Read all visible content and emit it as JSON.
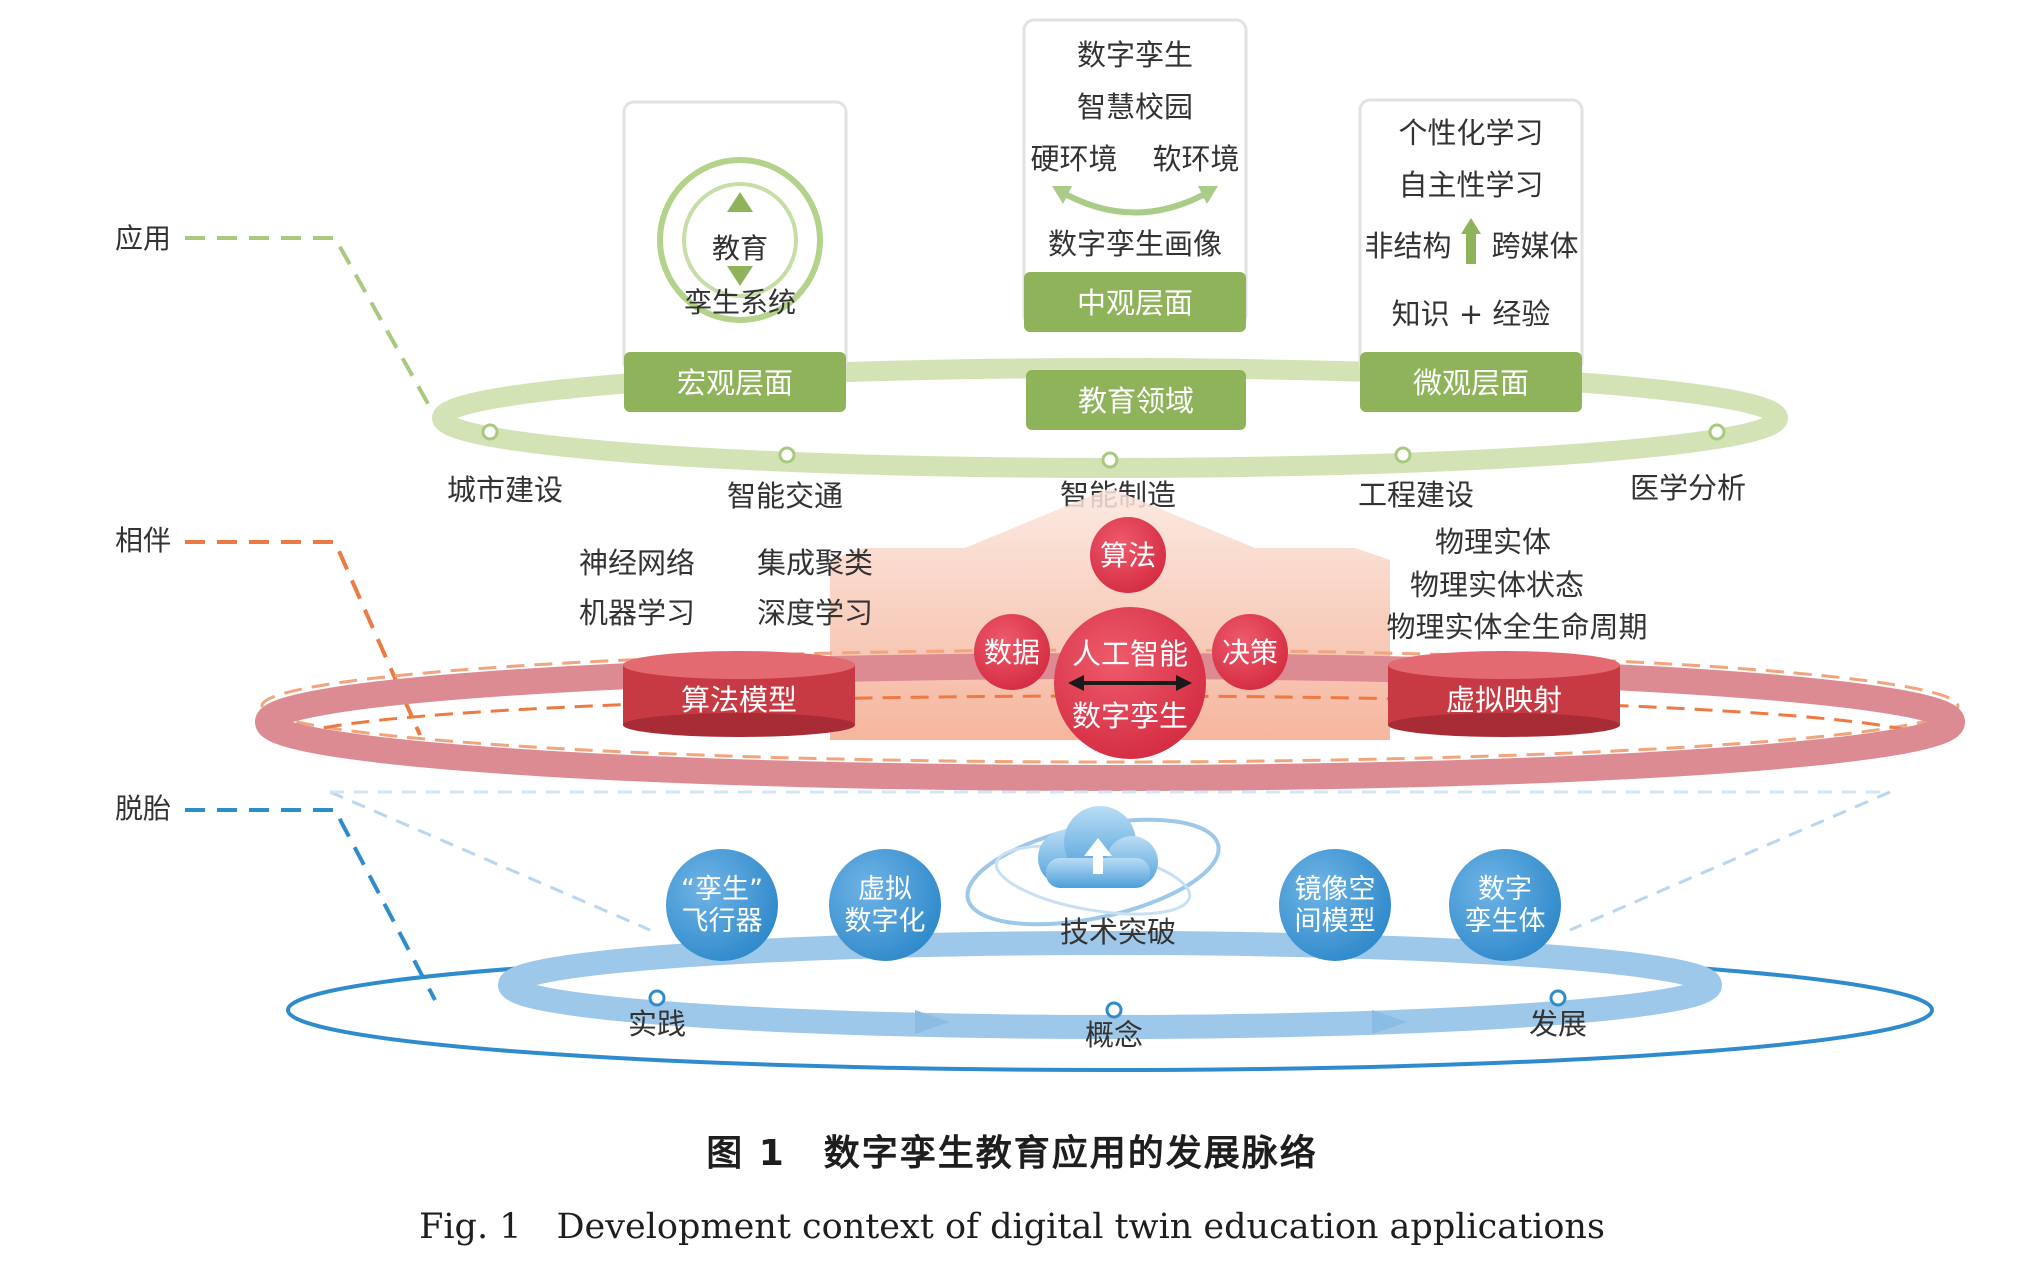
{
  "layers": {
    "application": "应用",
    "companion": "相伴",
    "detachment": "脱胎"
  },
  "top": {
    "macro_inner": [
      "教育",
      "孪生系统"
    ],
    "macro_label": "宏观层面",
    "meso_lines": [
      "数字孪生",
      "智慧校园"
    ],
    "meso_hard": "硬环境",
    "meso_soft": "软环境",
    "meso_portrait": "数字孪生画像",
    "meso_label": "中观层面",
    "edu_domain": "教育领域",
    "micro_lines": [
      "个性化学习",
      "自主性学习"
    ],
    "micro_left": "非结构",
    "micro_right": "跨媒体",
    "micro_bottom": "知识 + 经验",
    "micro_label": "微观层面",
    "domains": [
      "城市建设",
      "智能交通",
      "智能制造",
      "工程建设",
      "医学分析"
    ]
  },
  "middle": {
    "left_terms": [
      "神经网络",
      "集成聚类",
      "机器学习",
      "深度学习"
    ],
    "right_terms": [
      "物理实体",
      "物理实体状态",
      "物理实体全生命周期"
    ],
    "algo_model": "算法模型",
    "virtual_mapping": "虚拟映射",
    "algorithm": "算法",
    "data": "数据",
    "decision": "决策",
    "ai": "人工智能",
    "twin": "数字孪生"
  },
  "bottom": {
    "nodes": [
      [
        "“孪生”",
        "飞行器"
      ],
      [
        "虚拟",
        "数字化"
      ],
      [
        "镜像空",
        "间模型"
      ],
      [
        "数字",
        "孪生体"
      ]
    ],
    "tech": "技术突破",
    "stages": [
      "实践",
      "概念",
      "发展"
    ]
  },
  "caption": {
    "cn": "图 1　数字孪生教育应用的发展脉络",
    "en": "Fig. 1　Development context of digital twin education applications"
  },
  "colors": {
    "green": "#8fb35a",
    "green_light": "#d3e3b6",
    "red": "#cf3a4e",
    "red_light": "#e7848e",
    "orange": "#ec7a42",
    "blue": "#2f8ccc",
    "blue_light": "#9ec8ea"
  }
}
